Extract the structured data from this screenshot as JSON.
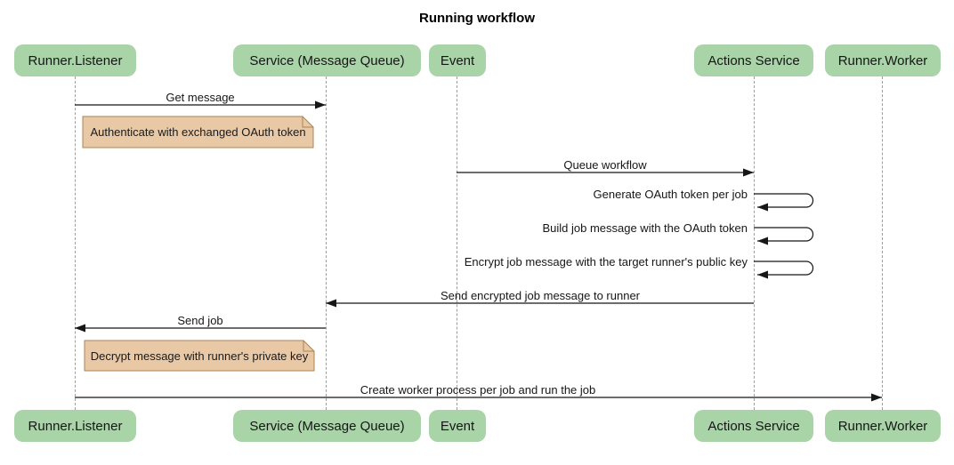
{
  "title": "Running workflow",
  "diagram_type": "sequence",
  "colors": {
    "actor_fill": "#a8d4a8",
    "note_fill": "#e9c8a6",
    "note_border": "#aa8454",
    "lifeline": "#9e9e9e",
    "arrow": "#161616",
    "background": "#ffffff"
  },
  "actors": [
    {
      "label": "Runner.Listener"
    },
    {
      "label": "Service (Message Queue)"
    },
    {
      "label": "Event"
    },
    {
      "label": "Actions Service"
    },
    {
      "label": "Runner.Worker"
    }
  ],
  "messages": [
    {
      "label": "Get message",
      "from": "Runner.Listener",
      "to": "Service (Message Queue)",
      "self": false
    },
    {
      "label": "Queue workflow",
      "from": "Event",
      "to": "Actions Service",
      "self": false
    },
    {
      "label": "Generate OAuth token per job",
      "from": "Actions Service",
      "to": "Actions Service",
      "self": true
    },
    {
      "label": "Build job message with the OAuth token",
      "from": "Actions Service",
      "to": "Actions Service",
      "self": true
    },
    {
      "label": "Encrypt job message with the target runner's public key",
      "from": "Actions Service",
      "to": "Actions Service",
      "self": true
    },
    {
      "label": "Send encrypted job message to runner",
      "from": "Actions Service",
      "to": "Service (Message Queue)",
      "self": false
    },
    {
      "label": "Send job",
      "from": "Service (Message Queue)",
      "to": "Runner.Listener",
      "self": false
    },
    {
      "label": "Create worker process per job and run the job",
      "from": "Runner.Listener",
      "to": "Runner.Worker",
      "self": false
    }
  ],
  "notes": [
    {
      "label": "Authenticate with exchanged OAuth token",
      "position": "right of Runner.Listener"
    },
    {
      "label": "Decrypt message with runner's private key",
      "position": "right of Runner.Listener"
    }
  ]
}
